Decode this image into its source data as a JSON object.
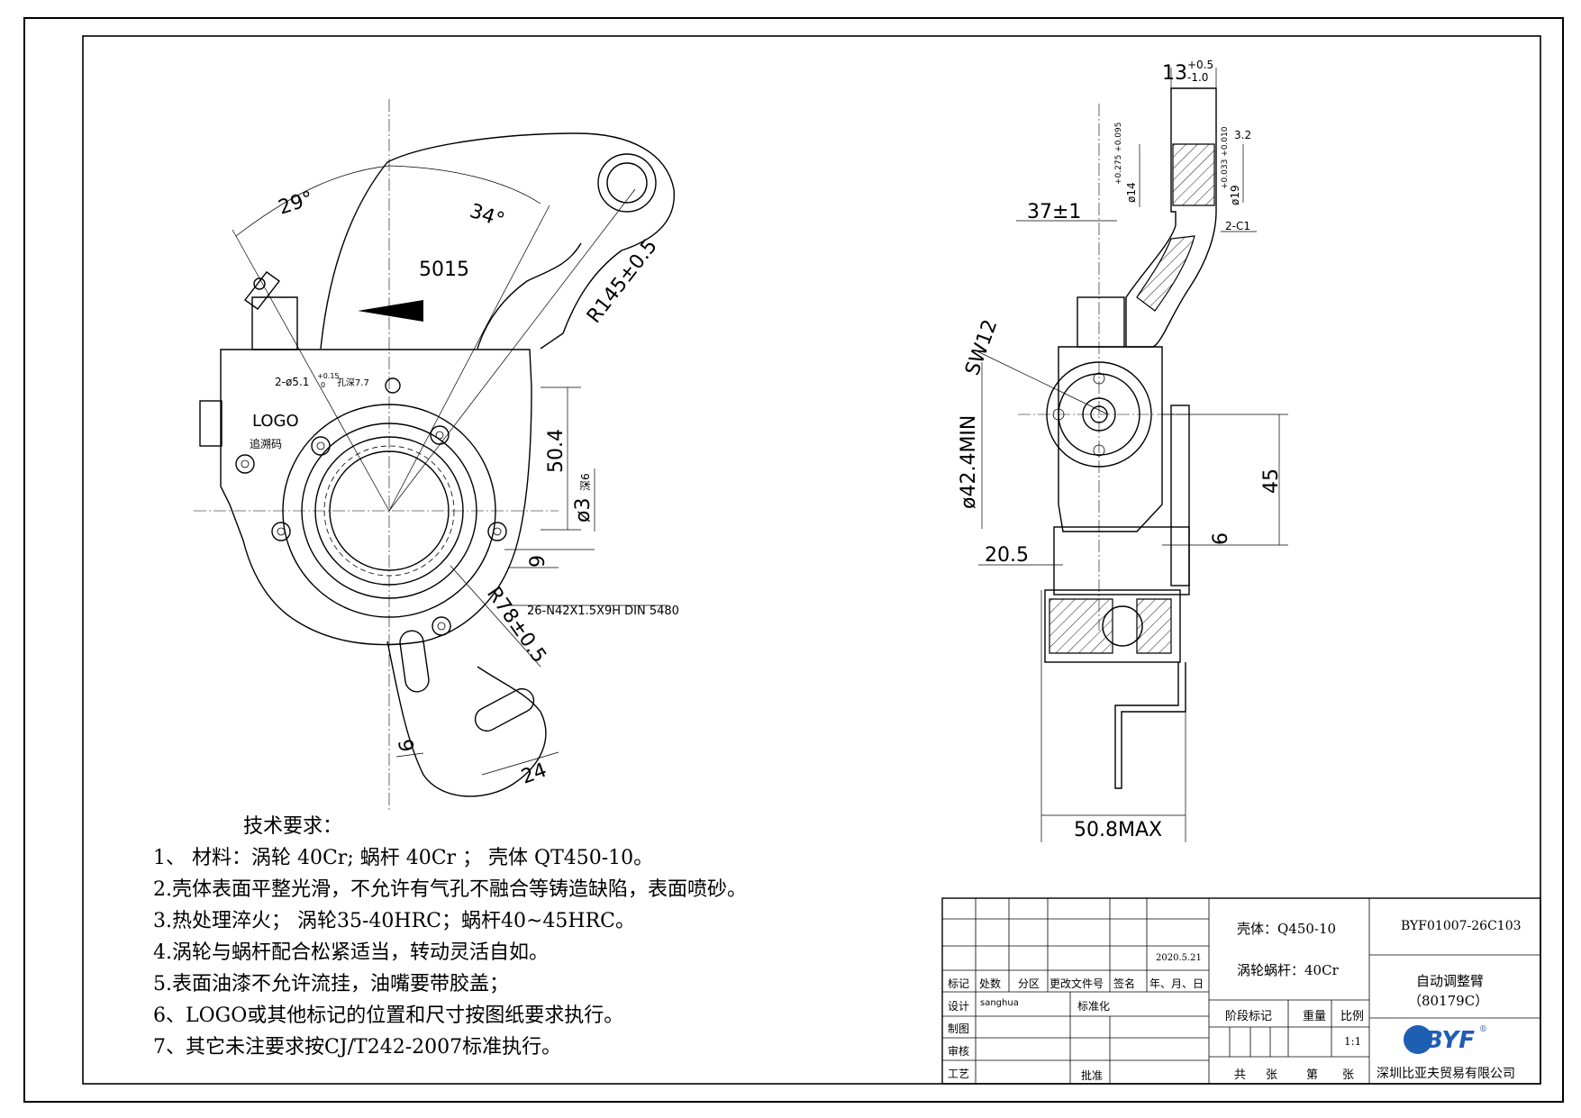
{
  "drawing": {
    "front_view": {
      "dims": {
        "angle_29": "29°",
        "angle_34": "34°",
        "len_5015": "5015",
        "radius_145": "R145±0.5",
        "hole_note_main": "2-ø5.1",
        "hole_note_tol": "+0.15",
        "hole_note_tol0": "0",
        "hole_note_depth": "孔深7.7",
        "logo": "LOGO",
        "code_mark": "追溯码",
        "d_50_4": "50.4",
        "d_phi3": "ø3",
        "d_phi3_depth": "深6",
        "d_9_side": "9",
        "spline": "26-N42X1.5X9H DIN 5480",
        "radius_78": "R78±0.5",
        "d_6": "6",
        "d_24": "24"
      }
    },
    "side_view": {
      "dims": {
        "top_13": "13",
        "top_13_plus": "+0.5",
        "top_13_minus": "-1.0",
        "d_3_2": "3.2",
        "phi14": "ø14",
        "phi14_tol": "+0.275 +0.095",
        "phi19": "ø19",
        "phi19_tol": "+0.033 +0.010",
        "chamfer": "2-C1",
        "d_37": "37±1",
        "sw12": "SW12",
        "phi42": "ø42.4MIN",
        "d_45": "45",
        "d_6b": "6",
        "d_20_5": "20.5",
        "width": "50.8MAX"
      }
    }
  },
  "notes": {
    "title": "技术要求：",
    "items": [
      "1、 材料：涡轮 40Cr; 蜗杆 40Cr ； 壳体 QT450-10。",
      "2.壳体表面平整光滑，不允许有气孔不融合等铸造缺陷，表面喷砂。",
      "3.热处理淬火； 涡轮35-40HRC；蜗杆40~45HRC。",
      "4.涡轮与蜗杆配合松紧适当，转动灵活自如。",
      "5.表面油漆不允许流挂，油嘴要带胶盖；",
      "6、LOGO或其他标记的位置和尺寸按图纸要求执行。",
      "7、其它未注要求按CJ/T242-2007标准执行。"
    ]
  },
  "title_block": {
    "date": "2020.5.21",
    "headers": [
      "标记",
      "处数",
      "分区",
      "更改文件号",
      "签名",
      "年、月、日"
    ],
    "rows": [
      "设计",
      "制图",
      "审核",
      "工艺"
    ],
    "designer": "sanghua",
    "std": "标准化",
    "approve": "批准",
    "material_1": "壳体：Q450-10",
    "material_2": "涡轮蜗杆：40Cr",
    "stage": "阶段标记",
    "weight": "重量",
    "scale": "比例",
    "scale_val": "1:1",
    "total": "共",
    "sheets": "张",
    "page": "第",
    "page_sheets": "张",
    "drawing_no": "BYF01007-26C103",
    "part_name": "自动调整臂",
    "part_code": "（80179C）",
    "logo_text": "BYF",
    "logo_mark": "®",
    "company": "深圳比亚夫贸易有限公司"
  }
}
